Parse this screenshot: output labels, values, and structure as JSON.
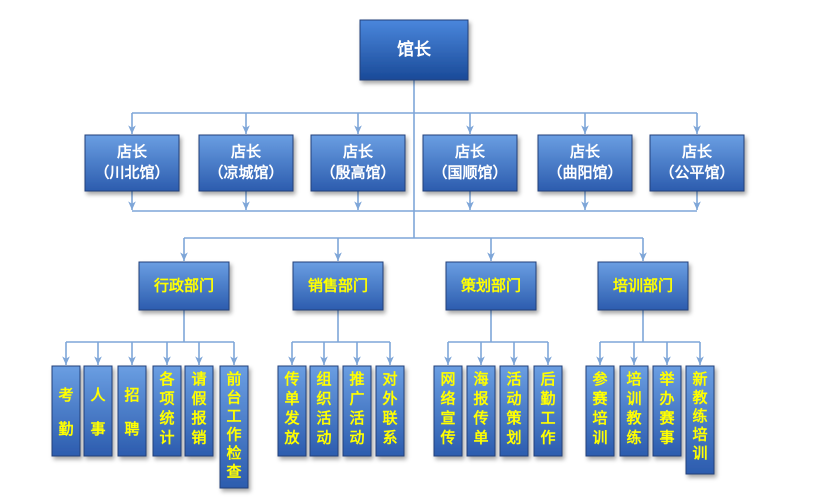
{
  "root": {
    "label": "馆长"
  },
  "stores": [
    {
      "title": "店长",
      "name": "（川北馆）"
    },
    {
      "title": "店长",
      "name": "（凉城馆）"
    },
    {
      "title": "店长",
      "name": "（殷高馆）"
    },
    {
      "title": "店长",
      "name": "（国顺馆）"
    },
    {
      "title": "店长",
      "name": "（曲阳馆）"
    },
    {
      "title": "店长",
      "name": "（公平馆）"
    }
  ],
  "departments": [
    {
      "label": "行政部门",
      "tasks": [
        "考勤",
        "人事",
        "招聘",
        "各项统计",
        "请假报销",
        "前台工作检查"
      ]
    },
    {
      "label": "销售部门",
      "tasks": [
        "传单发放",
        "组织活动",
        "推广活动",
        "对外联系"
      ]
    },
    {
      "label": "策划部门",
      "tasks": [
        "网络宣传",
        "海报传单",
        "活动策划",
        "后勤工作"
      ]
    },
    {
      "label": "培训部门",
      "tasks": [
        "参赛培训",
        "培训教练",
        "举办赛事",
        "新教练培训"
      ]
    }
  ],
  "colors": {
    "box_light": "#5a8ed8",
    "box_dark": "#2a5aa8",
    "root_dark": "#1a4a98",
    "border": "#22407a",
    "line": "#7ea6d8",
    "text_white": "#ffffff",
    "text_yellow": "#ffff00"
  }
}
